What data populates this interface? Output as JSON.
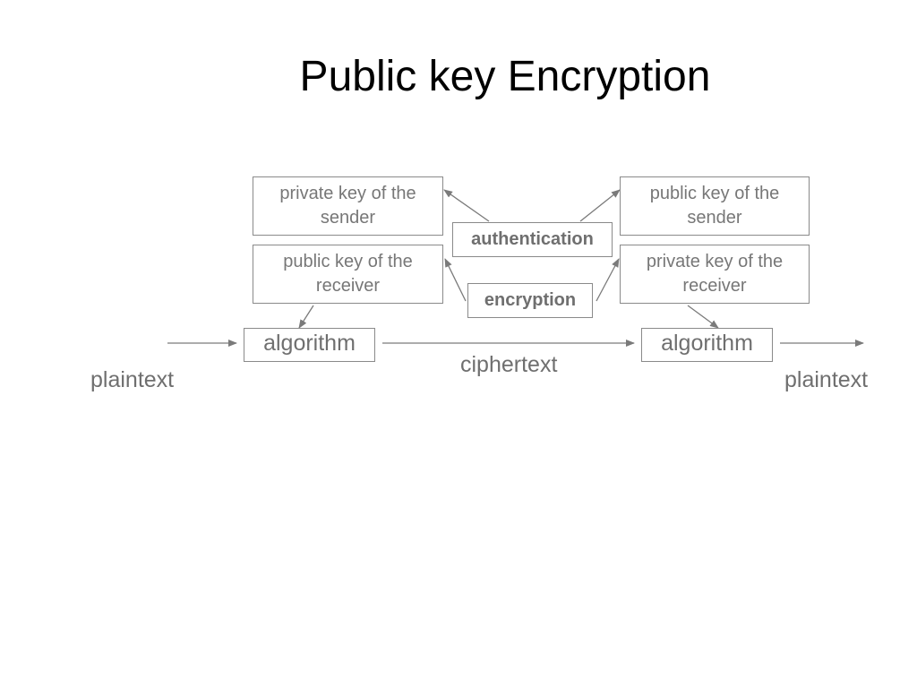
{
  "title": "Public key Encryption",
  "boxes": {
    "private_key_sender": "private key of the sender",
    "public_key_receiver": "public key of the receiver",
    "public_key_sender": "public  key of the sender",
    "private_key_receiver": "private key of the receiver",
    "authentication": "authentication",
    "encryption": "encryption",
    "algorithm_left": "algorithm",
    "algorithm_right": "algorithm"
  },
  "labels": {
    "plaintext_left": "plaintext",
    "ciphertext": "ciphertext",
    "plaintext_right": "plaintext"
  },
  "colors": {
    "text": "#777777",
    "border": "#8a8a8a",
    "title": "#000000"
  }
}
